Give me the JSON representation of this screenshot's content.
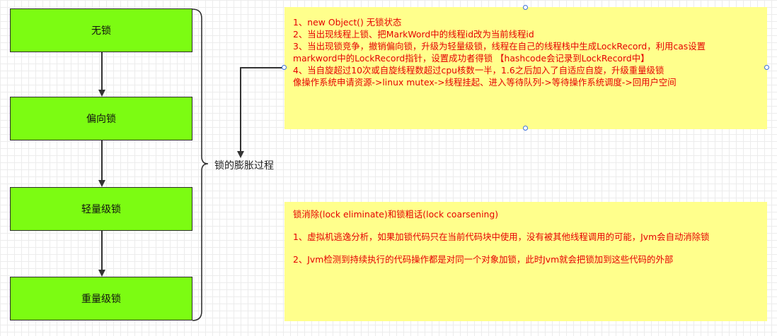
{
  "states": [
    {
      "label": "无锁"
    },
    {
      "label": "偏向锁"
    },
    {
      "label": "轻量级锁"
    },
    {
      "label": "重量级锁"
    }
  ],
  "brace": {
    "label": "锁的膨胀过程"
  },
  "note_inflation": {
    "lines": [
      "1、new Object() 无锁状态",
      "2、当出现线程上锁、把MarkWord中的线程id改为当前线程id",
      "3、当出现锁竞争，撤销偏向锁，升级为轻量级锁，线程在自己的线程栈中生成LockRecord，利用cas设置",
      "markword中的LockRecord指针，设置成功者得锁 【hashcode会记录到LockRecord中】",
      "4、当自旋超过10次或自旋线程数超过cpu核数一半，1.6之后加入了自适应自旋，升级重量级锁",
      "像操作系统申请资源->linux mutex->线程挂起、进入等待队列->等待操作系统调度->回用户空间"
    ]
  },
  "note_optimization": {
    "title": "锁消除(lock eliminate)和锁粗话(lock coarsening)",
    "item1": "1、虚拟机逃逸分析，如果加锁代码只在当前代码块中使用，没有被其他线程调用的可能，Jvm会自动消除锁",
    "item2": "2、Jvm检测到持续执行的代码操作都是对同一个对象加锁，此时Jvm就会把锁加到这些代码的外部"
  },
  "colors": {
    "state_fill": "#7cfc12",
    "note_fill": "#ffff8c",
    "note_text": "#e60000",
    "arrow": "#333333",
    "handle": "#3a6fd8"
  }
}
